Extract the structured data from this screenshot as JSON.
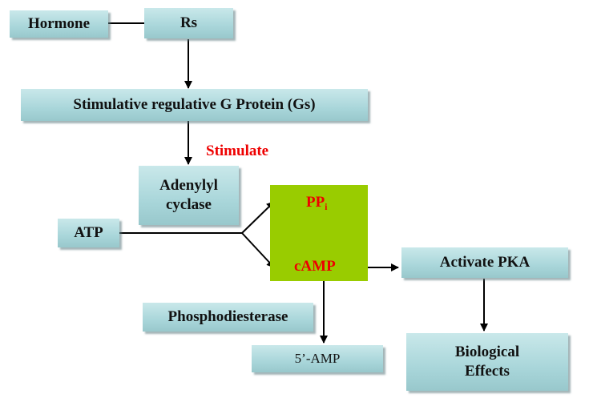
{
  "nodes": {
    "hormone": "Hormone",
    "rs": "Rs",
    "gs": "Stimulative regulative G Protein (Gs)",
    "stimulate": "Stimulate",
    "adenylyl_line1": "Adenylyl",
    "adenylyl_line2": "cyclase",
    "atp": "ATP",
    "pp": "PP",
    "pp_sub": "i",
    "camp": "cAMP",
    "activate_pka": "Activate PKA",
    "phosphodiesterase": "Phosphodiesterase",
    "amp": "5’-AMP",
    "bio_line1": "Biological",
    "bio_line2": "Effects"
  },
  "colors": {
    "box_fill": "#a9d6da",
    "reaction_box": "#99cc00",
    "highlight_text": "#ee0000"
  }
}
